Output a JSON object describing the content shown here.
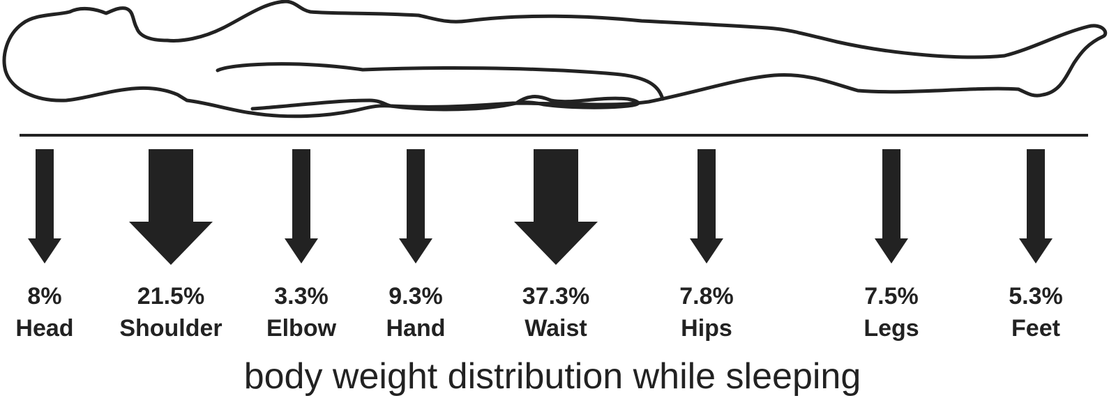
{
  "caption": "body weight distribution while sleeping",
  "colors": {
    "ink": "#222222",
    "background": "#ffffff"
  },
  "body_parts": [
    {
      "name": "Head",
      "value_label": "8%",
      "percent": 8
    },
    {
      "name": "Shoulder",
      "value_label": "21.5%",
      "percent": 21.5
    },
    {
      "name": "Elbow",
      "value_label": "3.3%",
      "percent": 3.3
    },
    {
      "name": "Hand",
      "value_label": "9.3%",
      "percent": 9.3
    },
    {
      "name": "Waist",
      "value_label": "37.3%",
      "percent": 37.3
    },
    {
      "name": "Hips",
      "value_label": "7.8%",
      "percent": 7.8
    },
    {
      "name": "Legs",
      "value_label": "7.5%",
      "percent": 7.5
    },
    {
      "name": "Feet",
      "value_label": "5.3%",
      "percent": 5.3
    }
  ]
}
